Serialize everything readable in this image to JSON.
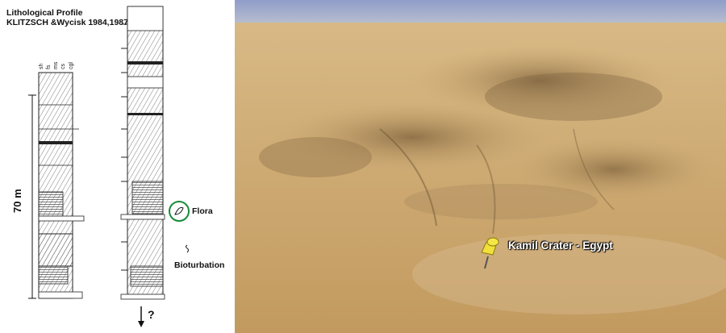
{
  "profile": {
    "title_line1": "Lithological Profile",
    "title_line2": "KLITZSCH &Wycisk 1984,1987",
    "grain_sizes": [
      "sh",
      "fs",
      "ms",
      "cs",
      "cgl"
    ],
    "thickness_label": "70 m",
    "flora_label": "Flora",
    "bioturbation_label": "Bioturbation",
    "unknown_label": "?"
  },
  "map": {
    "placemark_label": "Kamil Crater - Egypt",
    "colors": {
      "sky": "#8f9dc9",
      "sand": "#c9a56e",
      "shadow": "#9c7e52",
      "flora_circle": "#1a8a3a",
      "pin": "#f2e03a"
    }
  }
}
